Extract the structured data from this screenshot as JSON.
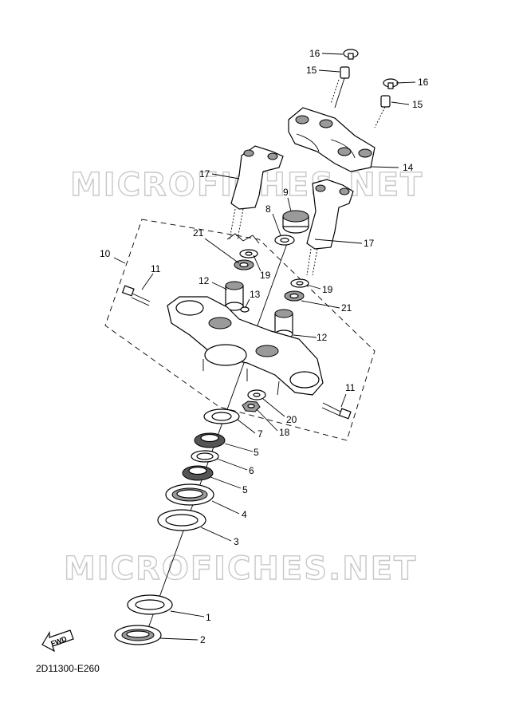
{
  "watermark": "MICROFICHES.NET",
  "diagram_code": "2D11300-E260",
  "fwd_label": "FWD",
  "callouts": {
    "c1": "1",
    "c2": "2",
    "c3": "3",
    "c4": "4",
    "c5a": "5",
    "c5b": "5",
    "c6": "6",
    "c7": "7",
    "c8": "8",
    "c9": "9",
    "c10": "10",
    "c11a": "11",
    "c11b": "11",
    "c12a": "12",
    "c12b": "12",
    "c13": "13",
    "c14": "14",
    "c15a": "15",
    "c15b": "15",
    "c16a": "16",
    "c16b": "16",
    "c17a": "17",
    "c17b": "17",
    "c18": "18",
    "c19a": "19",
    "c19b": "19",
    "c20": "20",
    "c21a": "21",
    "c21b": "21"
  }
}
